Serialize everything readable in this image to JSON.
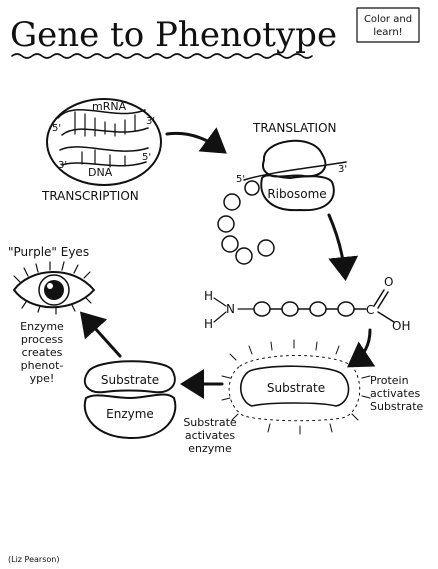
{
  "title": "Gene to Phenotype",
  "corner_note": {
    "line1": "Color and",
    "line2": "learn!"
  },
  "transcription": {
    "mrna_label": "mRNA",
    "dna_label": "DNA",
    "five_prime_top": "5'",
    "three_prime_top": "3'",
    "three_prime_bottom": "3'",
    "five_prime_bottom": "5'",
    "caption": "TRANSCRIPTION"
  },
  "translation": {
    "caption": "TRANSLATION",
    "ribosome_label": "Ribosome",
    "five_prime": "5'",
    "three_prime": "3'"
  },
  "amino_acid_chain": {
    "h_top": "H",
    "n": "N",
    "h_bottom": "H",
    "c": "C",
    "o": "O",
    "oh": "OH"
  },
  "protein_step": {
    "line1": "Protein",
    "line2": "activates",
    "line3": "Substrate"
  },
  "active_substrate_label": "Substrate",
  "complex": {
    "substrate_label": "Substrate",
    "enzyme_label": "Enzyme"
  },
  "substrate_step": {
    "line1": "Substrate",
    "line2": "activates",
    "line3": "enzyme"
  },
  "eye": {
    "caption": "\"Purple\" Eyes"
  },
  "enzyme_step": {
    "line1": "Enzyme",
    "line2": "process",
    "line3": "creates",
    "line4": "phenot-",
    "line5": "ype!"
  },
  "credit": "(Liz Pearson)"
}
